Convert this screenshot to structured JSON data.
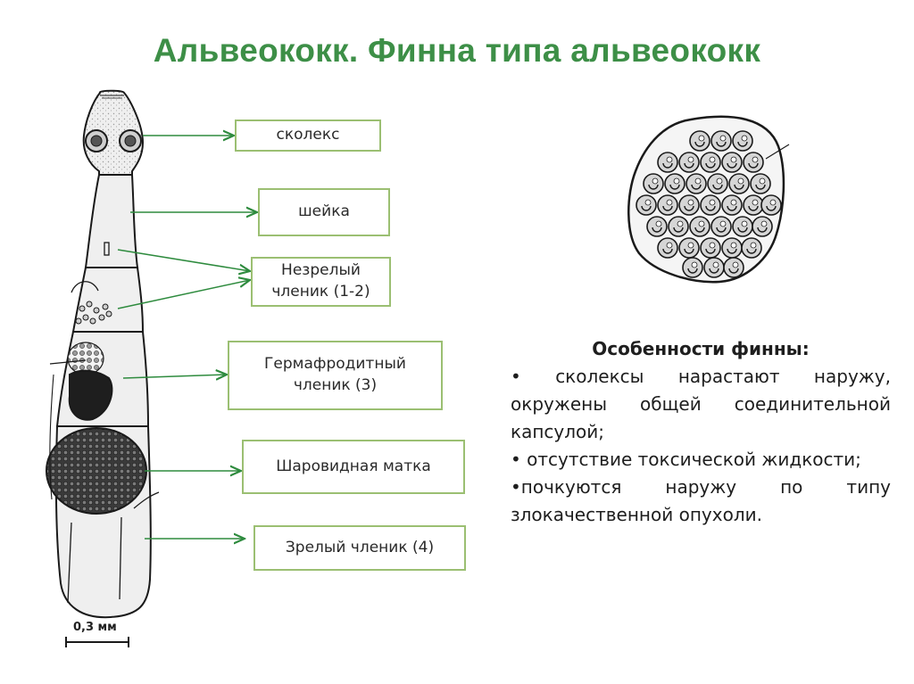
{
  "title": "Альвеококк. Финна типа альвеококк",
  "labels": [
    {
      "text": "сколекс"
    },
    {
      "text": "шейка"
    },
    {
      "text": "Незрелый\nчленик (1-2)"
    },
    {
      "text": "Гермафродитный\nчленик (3)"
    },
    {
      "text": "Шаровидная матка"
    },
    {
      "text": "Зрелый членик (4)"
    }
  ],
  "scale_bar": "0,3 мм",
  "notes": {
    "heading": "Особенности финны:",
    "items": [
      "• сколексы нарастают наружу, окружены общей соединительной капсулой;",
      "• отсутствие токсической жидкости;",
      "•почкуются наружу по типу злокачественной опухоли."
    ]
  },
  "colors": {
    "title": "#3d8f47",
    "box_border": "#9bbf72",
    "arrow": "#2e8b3e"
  }
}
